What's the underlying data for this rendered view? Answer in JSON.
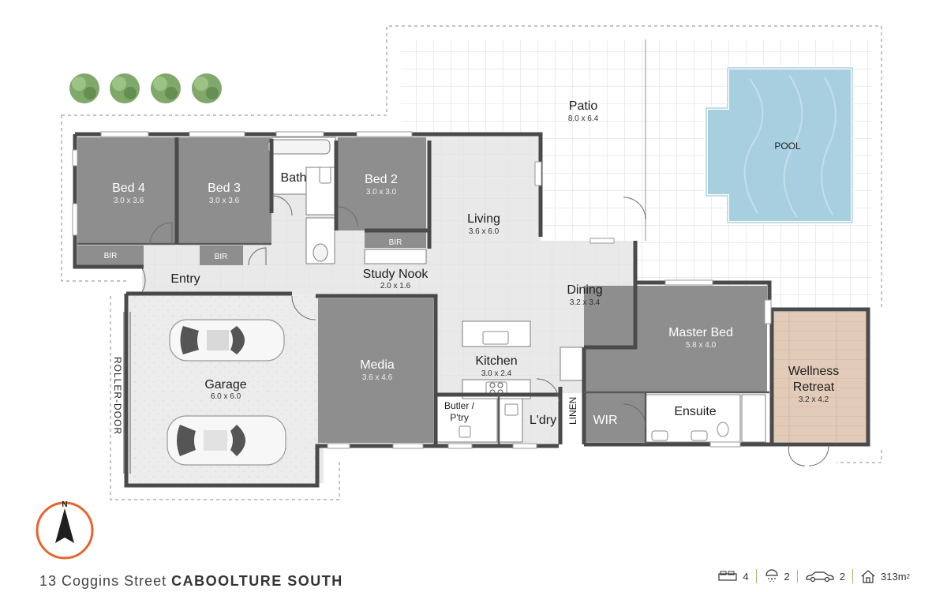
{
  "rooms": {
    "bed4": {
      "name": "Bed 4",
      "dim": "3.0 x 3.6"
    },
    "bed3": {
      "name": "Bed 3",
      "dim": "3.0 x 3.6"
    },
    "bath": {
      "name": "Bath"
    },
    "bed2": {
      "name": "Bed 2",
      "dim": "3.0 x 3.0"
    },
    "living": {
      "name": "Living",
      "dim": "3.6 x 6.0"
    },
    "patio": {
      "name": "Patio",
      "dim": "8.0 x 6.4"
    },
    "pool": {
      "name": "POOL"
    },
    "entry": {
      "name": "Entry"
    },
    "study": {
      "name": "Study Nook",
      "dim": "2.0 x 1.6"
    },
    "dining": {
      "name": "Dining",
      "dim": "3.2 x 3.4"
    },
    "master": {
      "name": "Master Bed",
      "dim": "5.8 x 4.0"
    },
    "wellness": {
      "name1": "Wellness",
      "name2": "Retreat",
      "dim": "3.2 x 4.2"
    },
    "garage": {
      "name": "Garage",
      "dim": "6.0 x 6.0"
    },
    "media": {
      "name": "Media",
      "dim": "3.6 x 4.6"
    },
    "kitchen": {
      "name": "Kitchen",
      "dim": "3.0 x 2.4"
    },
    "butler": {
      "name1": "Butler /",
      "name2": "P'try"
    },
    "laundry": {
      "name": "L'dry"
    },
    "linen": {
      "name": "LINEN"
    },
    "wir": {
      "name": "WIR"
    },
    "ensuite": {
      "name": "Ensuite"
    },
    "bir": "BIR"
  },
  "labels": {
    "roller_door": "ROLLER-DOOR",
    "north": "N"
  },
  "address": {
    "street": "13 Coggins Street",
    "suburb": "CABOOLTURE SOUTH"
  },
  "stats": {
    "bedrooms": "4",
    "bathrooms": "2",
    "cars": "2",
    "area": "313m",
    "area_unit": "2"
  },
  "colors": {
    "room_dark": "#8e8e8e",
    "floor_light": "#e8e8e8",
    "wall": "#4a4a4a",
    "pool": "#a9cfe0",
    "timber": "#e0c9b6",
    "compass": "#e8632b"
  }
}
